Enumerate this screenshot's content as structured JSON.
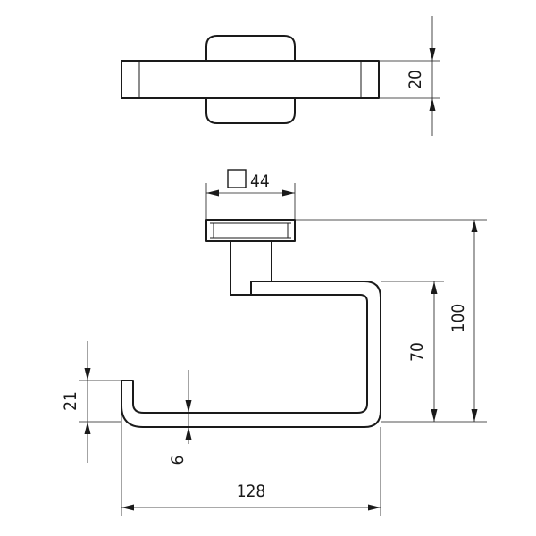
{
  "dimensions": {
    "square_size": "44",
    "top_depth": "20",
    "overall_height": "100",
    "arm_height": "70",
    "lip_height": "21",
    "bar_thickness": "6",
    "overall_width": "128"
  },
  "icons": {
    "square_symbol": "square-icon"
  }
}
